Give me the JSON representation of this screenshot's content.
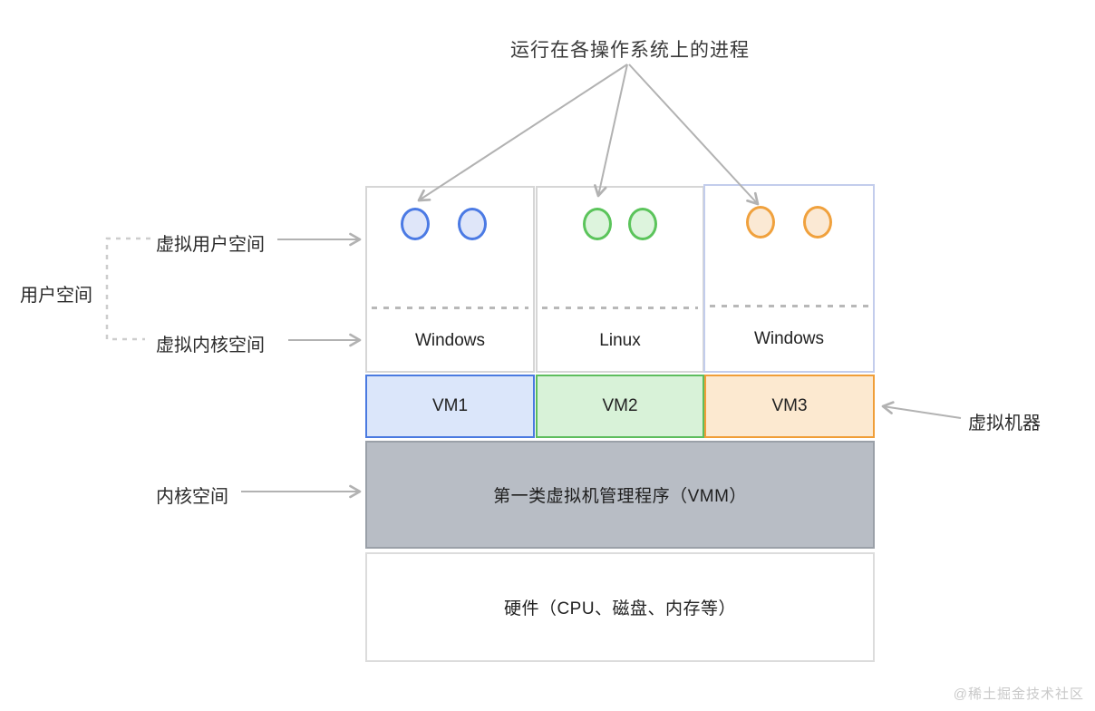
{
  "title": "运行在各操作系统上的进程",
  "side_labels": {
    "user_space": "用户空间",
    "virtual_user_space": "虚拟用户空间",
    "virtual_kernel_space": "虚拟内核空间",
    "kernel_space": "内核空间",
    "virtual_machine": "虚拟机器"
  },
  "columns": [
    {
      "os": "Windows",
      "accent": "#4b7ae4",
      "circle_fill": "#dfe6f9",
      "process_count": 2
    },
    {
      "os": "Linux",
      "accent": "#5bc45b",
      "circle_fill": "#ddf4dd",
      "process_count": 2
    },
    {
      "os": "Windows",
      "accent": "#f0a13d",
      "circle_fill": "#fbe9d4",
      "process_count": 2
    }
  ],
  "vms": [
    {
      "label": "VM1",
      "border": "#4a7ae0",
      "fill": "#dbe6fa"
    },
    {
      "label": "VM2",
      "border": "#5dbd5d",
      "fill": "#d8f2d8"
    },
    {
      "label": "VM3",
      "border": "#f09e38",
      "fill": "#fce9d0"
    }
  ],
  "vmm_label": "第一类虚拟机管理程序（VMM）",
  "hardware_label": "硬件（CPU、磁盘、内存等）",
  "watermark": "@稀土掘金技术社区",
  "colors": {
    "box_border": "#d6d6d6",
    "highlight_column_border": "#c3cdec",
    "vmm_fill": "#b8bdc5",
    "arrow": "#b2b2b2",
    "dashed_divider": "#b8b8b8"
  }
}
